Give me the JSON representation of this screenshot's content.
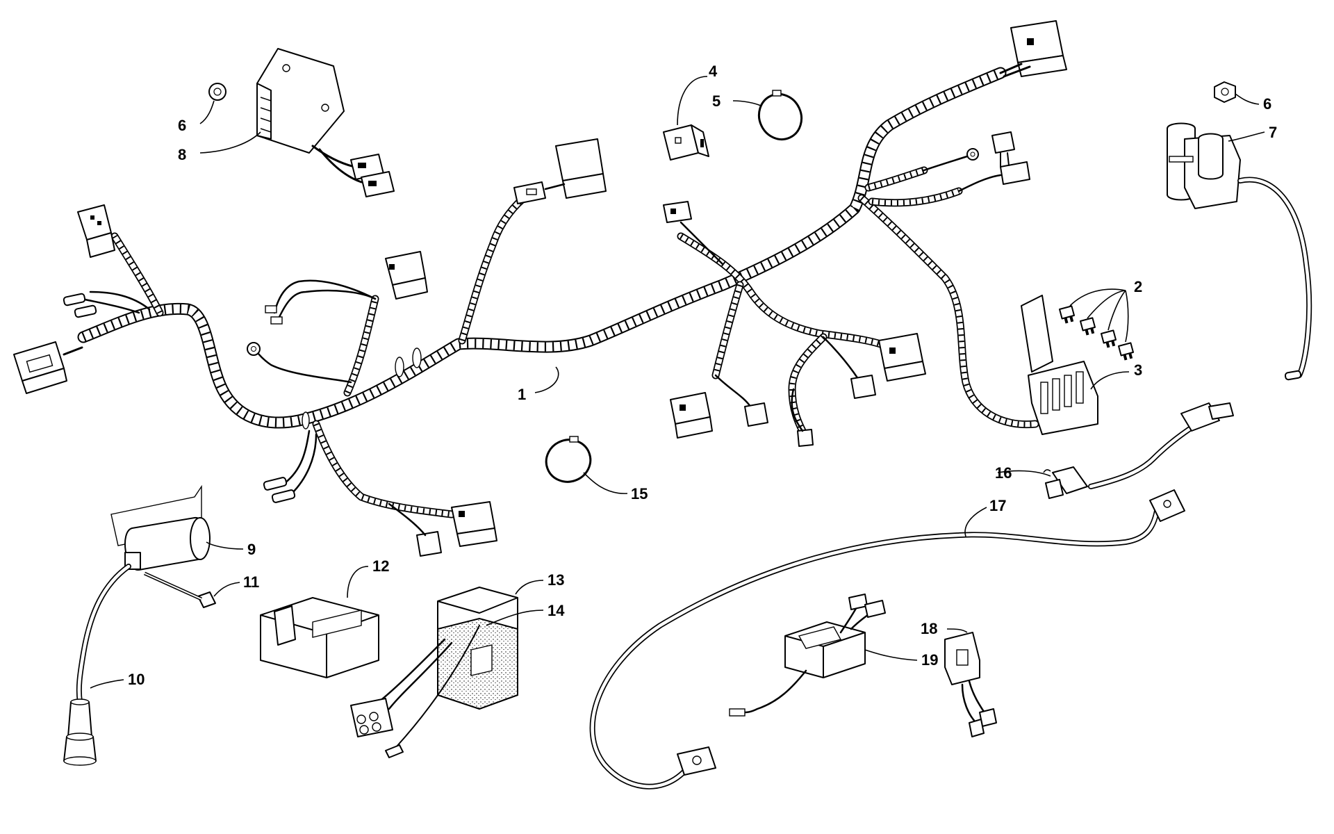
{
  "callouts": [
    {
      "id": "1",
      "label": "1"
    },
    {
      "id": "2",
      "label": "2"
    },
    {
      "id": "3",
      "label": "3"
    },
    {
      "id": "4",
      "label": "4"
    },
    {
      "id": "5",
      "label": "5"
    },
    {
      "id": "6a",
      "label": "6"
    },
    {
      "id": "6b",
      "label": "6"
    },
    {
      "id": "7",
      "label": "7"
    },
    {
      "id": "8",
      "label": "8"
    },
    {
      "id": "9",
      "label": "9"
    },
    {
      "id": "10",
      "label": "10"
    },
    {
      "id": "11",
      "label": "11"
    },
    {
      "id": "12",
      "label": "12"
    },
    {
      "id": "13",
      "label": "13"
    },
    {
      "id": "14",
      "label": "14"
    },
    {
      "id": "15",
      "label": "15"
    },
    {
      "id": "16",
      "label": "16"
    },
    {
      "id": "17",
      "label": "17"
    },
    {
      "id": "18",
      "label": "18"
    },
    {
      "id": "19",
      "label": "19"
    }
  ],
  "colors": {
    "line": "#000000",
    "background": "#ffffff"
  }
}
